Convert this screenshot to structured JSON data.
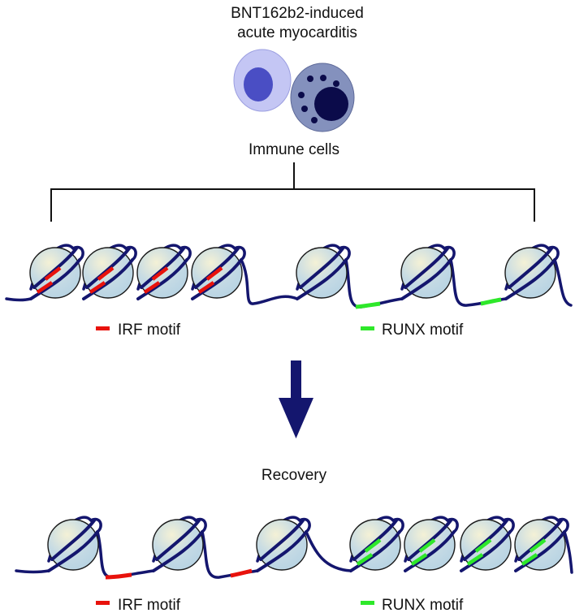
{
  "title_lines": [
    "BNT162b2-induced",
    "acute myocarditis"
  ],
  "immune_label": "Immune cells",
  "recovery_label": "Recovery",
  "legend": {
    "irf": "IRF motif",
    "runx": "RUNX motif"
  },
  "colors": {
    "irf": "#e8120c",
    "runx": "#2ee82a",
    "dna": "#14166e",
    "arrow": "#14166e",
    "nucleosome_fill": "#b7d3e3",
    "nucleosome_highlight": "#f4f1d6",
    "lymphocyte_outer": "#c4c6f4",
    "lymphocyte_nucleus": "#4a4ec4",
    "granulocyte_outer": "#8491bd",
    "granulocyte_dark": "#0b0b4a"
  },
  "icons": [
    "lymphocyte-icon",
    "granulocyte-icon",
    "down-arrow-icon",
    "nucleosome-icon"
  ]
}
